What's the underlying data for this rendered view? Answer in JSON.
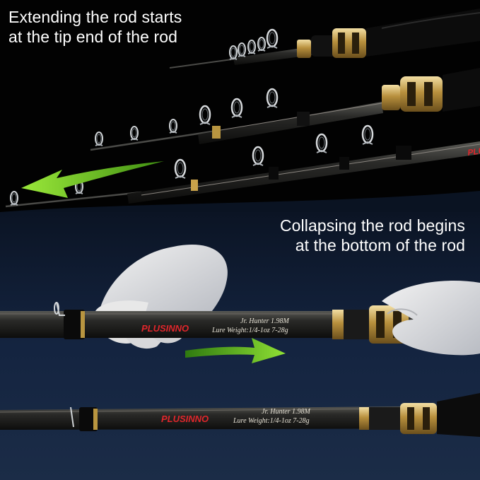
{
  "captions": {
    "extend_line1": "Extending the rod starts",
    "extend_line2": "at the tip end of the rod",
    "collapse_line1": "Collapsing the rod begins",
    "collapse_line2": "at the bottom of the rod"
  },
  "rod_labels": {
    "brand": "PLUSINNO",
    "model": "Jr. Hunter  1.98M",
    "lure_weight": "Lure Weight:1/4-1oz 7-28g",
    "brand_partial": "PLU"
  },
  "colors": {
    "top_background": "#020202",
    "bottom_background": "#0d1a30",
    "arrow_green": "#7fd321",
    "brand_red": "#e0262b",
    "gold": "#c9a24a",
    "caption_text": "#ffffff"
  },
  "icons": {
    "extend_arrow": "left-arrow-icon",
    "collapse_arrow": "right-arrow-icon"
  }
}
